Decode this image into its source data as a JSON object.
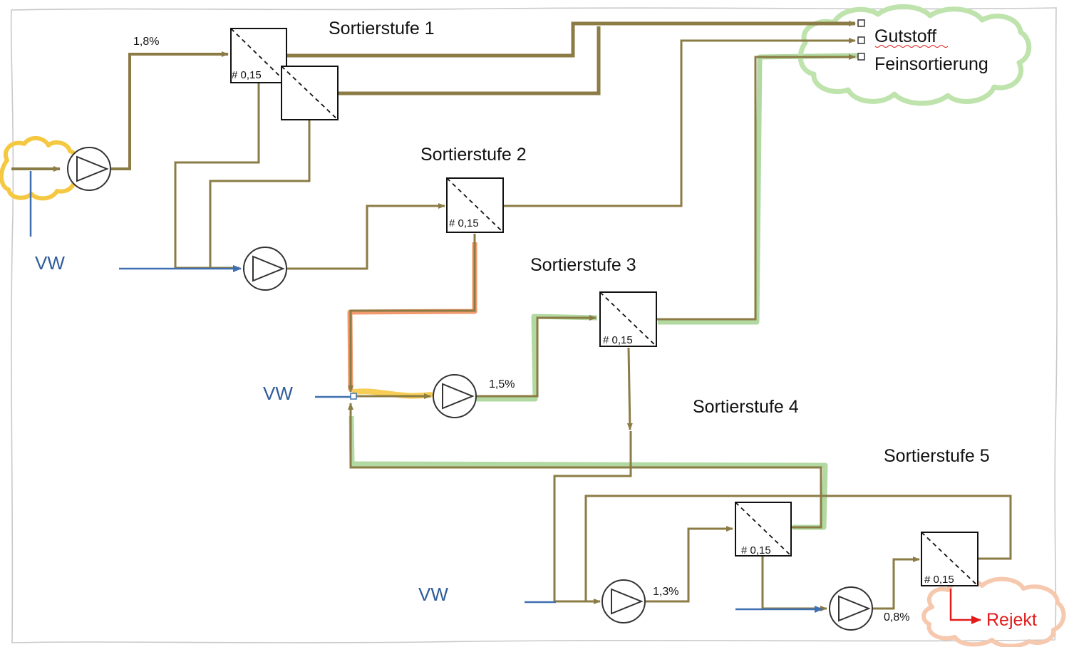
{
  "colors": {
    "process_line": "#8b7b45",
    "water_line": "#3f6fb0",
    "highlight_green": "#a9d597",
    "highlight_orange": "#ef8f5d",
    "highlight_yellow": "#f5c842",
    "cloud_green": "#bfe3ad",
    "cloud_peach": "#f6c8ae",
    "reject_red": "#e21b1b",
    "vw_text": "#2f5d99"
  },
  "stages": {
    "s1": "Sortierstufe 1",
    "s2": "Sortierstufe 2",
    "s3": "Sortierstufe 3",
    "s4": "Sortierstufe 4",
    "s5": "Sortierstufe 5"
  },
  "sieves": {
    "s1a": "# 0,15",
    "s2": "# 0,15",
    "s3": "# 0,15",
    "s4": "# 0,15",
    "s5": "# 0,15"
  },
  "consistencies": {
    "c1": "1,8%",
    "c3": "1,5%",
    "c4": "1,3%",
    "c5": "0,8%"
  },
  "dilution_water": {
    "vw1": "VW",
    "vw2": "VW",
    "vw3": "VW"
  },
  "outputs": {
    "accept_line1": "Gutstoff",
    "accept_line2": "Feinsortierung",
    "reject": "Rejekt"
  },
  "icons": {
    "pump": "pump-icon",
    "screen": "pressure-screen-icon",
    "cloud": "cloud-icon"
  }
}
